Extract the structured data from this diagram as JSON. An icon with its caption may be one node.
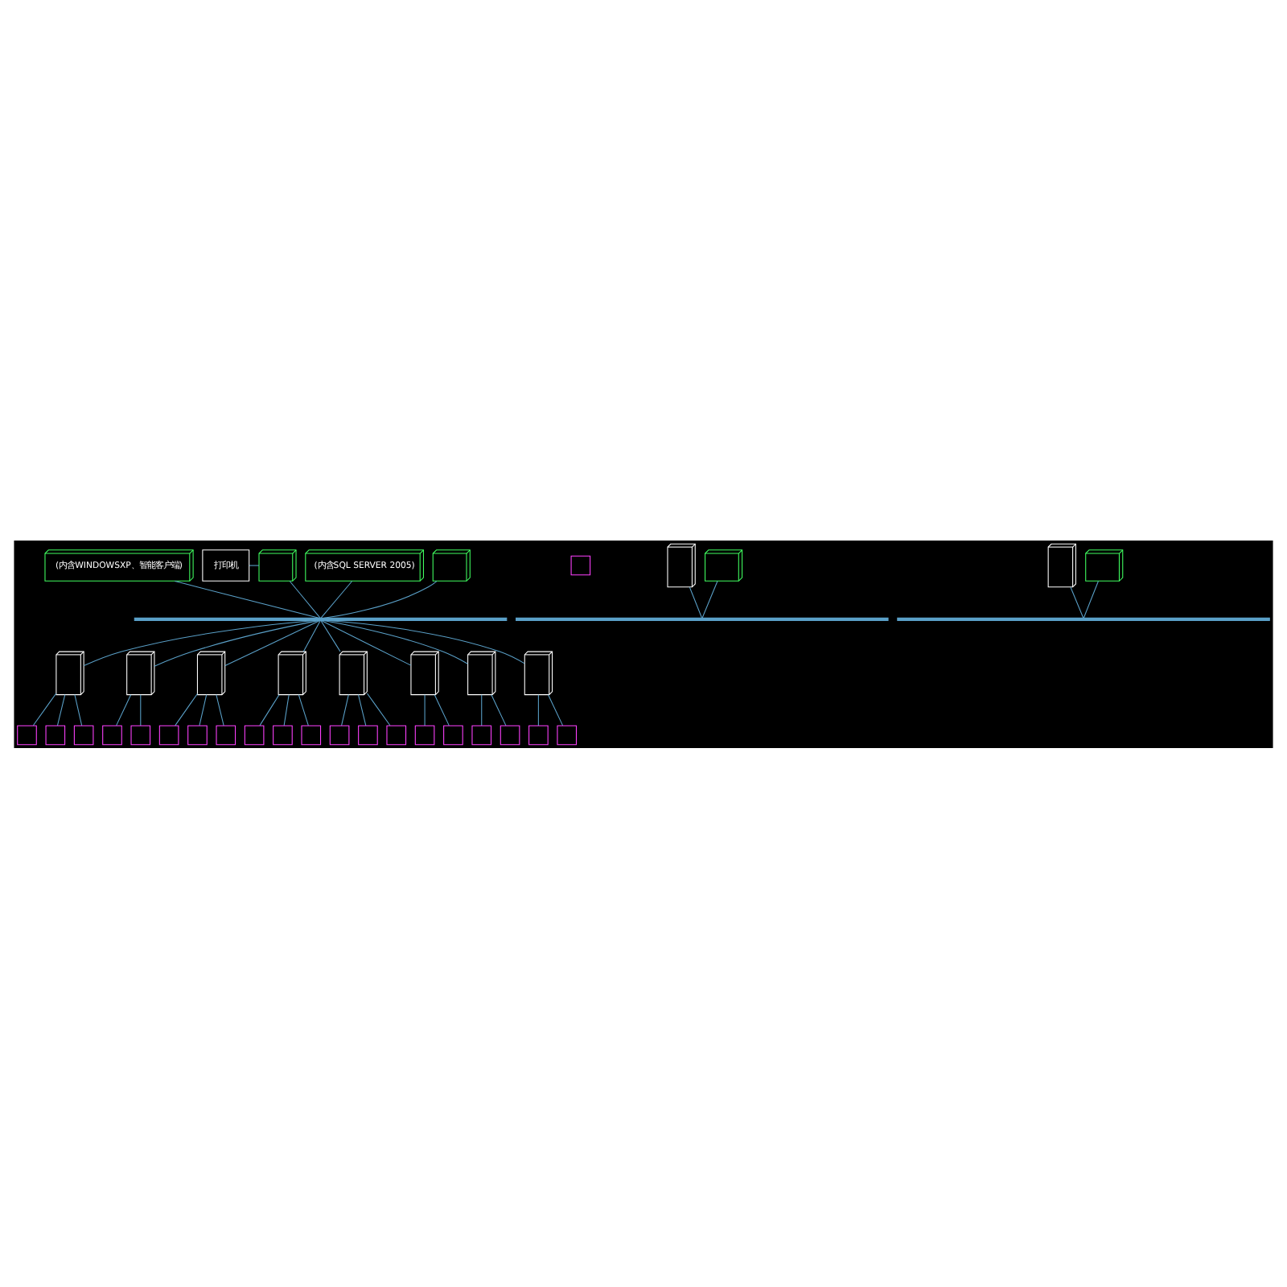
{
  "diagram": {
    "nodes": [
      {
        "text": [
          "(内含WINDOWSXP、智能客户端)"
        ]
      },
      {
        "text": [
          "打印机"
        ]
      },
      {
        "text": [],
        "shape": "computer"
      },
      {
        "text": [
          "(内含SQL SERVER 2005)"
        ]
      },
      {
        "text": [],
        "shape": "box"
      },
      {
        "text": [],
        "shape": "computer"
      },
      {
        "text": [],
        "shape": "bar"
      },
      {
        "text": [],
        "shape": "server"
      },
      {
        "text": [],
        "shape": "server"
      },
      {
        "text": [],
        "shape": "server"
      },
      {
        "text": [],
        "shape": "server"
      },
      {
        "text": [],
        "shape": "server"
      },
      {
        "text": [],
        "shape": "server"
      },
      {
        "text": [],
        "shape": "server"
      },
      {
        "text": [],
        "shape": "server"
      },
      {
        "text": [],
        "shape": "box"
      },
      {
        "text": [],
        "shape": "box"
      },
      {
        "text": [],
        "shape": "box"
      },
      {
        "text": [],
        "shape": "box"
      },
      {
        "text": [],
        "shape": "box"
      },
      {
        "text": [],
        "shape": "box"
      },
      {
        "text": [],
        "shape": "box"
      },
      {
        "text": [],
        "shape": "box"
      },
      {
        "text": [],
        "shape": "box"
      },
      {
        "text": [],
        "shape": "box"
      },
      {
        "text": [],
        "shape": "box"
      },
      {
        "text": [],
        "shape": "box"
      },
      {
        "text": [],
        "shape": "box"
      },
      {
        "text": [],
        "shape": "box"
      },
      {
        "text": [],
        "shape": "box"
      },
      {
        "text": [],
        "shape": "box"
      },
      {
        "text": [],
        "shape": "box"
      },
      {
        "text": [],
        "shape": "box"
      },
      {
        "text": [],
        "shape": "box"
      },
      {
        "text": [],
        "shape": "box"
      },
      {
        "text": [],
        "shape": "server"
      },
      {
        "text": [],
        "shape": "computer"
      },
      {
        "text": [],
        "shape": "bar"
      },
      {
        "text": [],
        "shape": "server"
      },
      {
        "text": [],
        "shape": "computer"
      },
      {
        "text": [],
        "shape": "bar"
      }
    ],
    "edges": [
      {
        "from": 1,
        "to": 2,
        "arrow": "none"
      },
      {
        "from": 0,
        "to": 6,
        "arrow": "none"
      },
      {
        "from": 2,
        "to": 6,
        "arrow": "none"
      },
      {
        "from": 3,
        "to": 6,
        "arrow": "none"
      },
      {
        "from": 5,
        "to": 6,
        "arrow": "none"
      },
      {
        "from": 6,
        "to": 7,
        "arrow": "none"
      },
      {
        "from": 6,
        "to": 8,
        "arrow": "none"
      },
      {
        "from": 6,
        "to": 9,
        "arrow": "none"
      },
      {
        "from": 6,
        "to": 10,
        "arrow": "none"
      },
      {
        "from": 6,
        "to": 11,
        "arrow": "none"
      },
      {
        "from": 6,
        "to": 12,
        "arrow": "none"
      },
      {
        "from": 6,
        "to": 13,
        "arrow": "none"
      },
      {
        "from": 6,
        "to": 14,
        "arrow": "none"
      },
      {
        "from": 7,
        "to": 15,
        "arrow": "none"
      },
      {
        "from": 7,
        "to": 16,
        "arrow": "none"
      },
      {
        "from": 7,
        "to": 17,
        "arrow": "none"
      },
      {
        "from": 8,
        "to": 18,
        "arrow": "none"
      },
      {
        "from": 8,
        "to": 19,
        "arrow": "none"
      },
      {
        "from": 9,
        "to": 20,
        "arrow": "none"
      },
      {
        "from": 9,
        "to": 21,
        "arrow": "none"
      },
      {
        "from": 9,
        "to": 22,
        "arrow": "none"
      },
      {
        "from": 10,
        "to": 23,
        "arrow": "none"
      },
      {
        "from": 10,
        "to": 24,
        "arrow": "none"
      },
      {
        "from": 10,
        "to": 25,
        "arrow": "none"
      },
      {
        "from": 11,
        "to": 26,
        "arrow": "none"
      },
      {
        "from": 11,
        "to": 27,
        "arrow": "none"
      },
      {
        "from": 11,
        "to": 28,
        "arrow": "none"
      },
      {
        "from": 12,
        "to": 29,
        "arrow": "none"
      },
      {
        "from": 12,
        "to": 30,
        "arrow": "none"
      },
      {
        "from": 13,
        "to": 31,
        "arrow": "none"
      },
      {
        "from": 13,
        "to": 32,
        "arrow": "none"
      },
      {
        "from": 14,
        "to": 33,
        "arrow": "none"
      },
      {
        "from": 14,
        "to": 34,
        "arrow": "none"
      },
      {
        "from": 35,
        "to": 37,
        "arrow": "none"
      },
      {
        "from": 36,
        "to": 37,
        "arrow": "none"
      },
      {
        "from": 38,
        "to": 40,
        "arrow": "none"
      },
      {
        "from": 39,
        "to": 40,
        "arrow": "none"
      }
    ]
  }
}
